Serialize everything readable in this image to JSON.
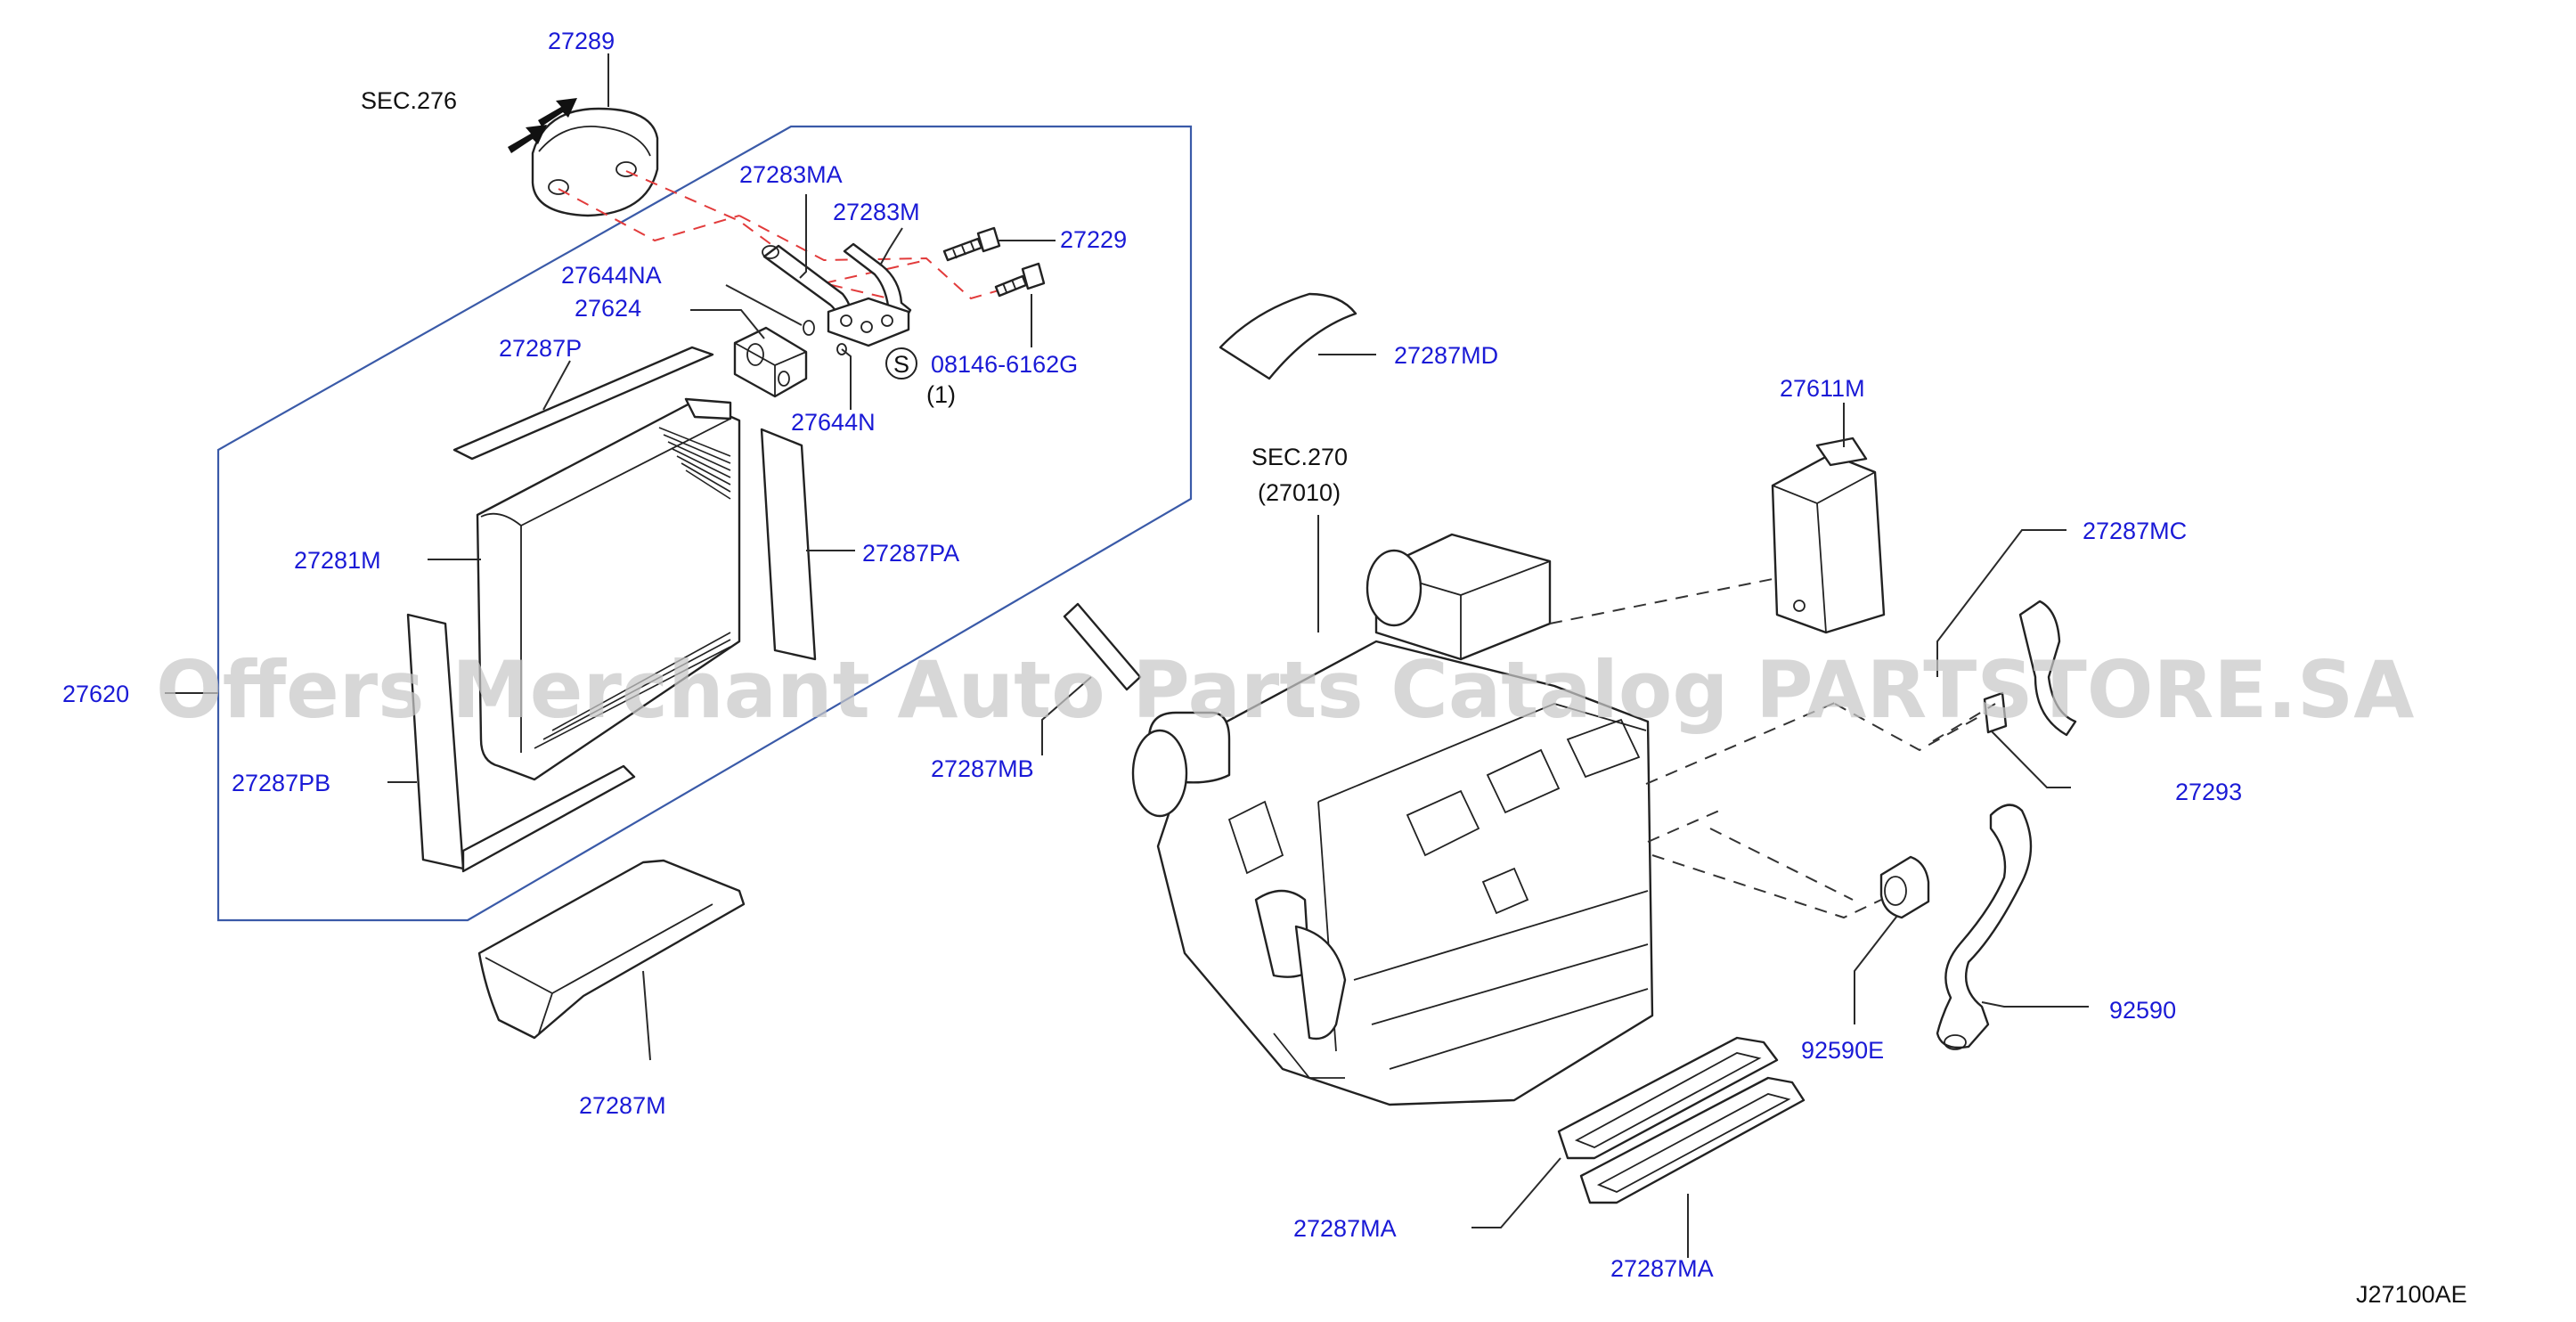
{
  "watermark": "Offers Merchant Auto Parts Catalog PARTSTORE.SA",
  "diagram_id": "J27100AE",
  "section_refs": {
    "sec276": "SEC.276",
    "sec270": "SEC.270",
    "sec270_part": "(27010)"
  },
  "parts": {
    "p27289": "27289",
    "p27283MA": "27283MA",
    "p27283M": "27283M",
    "p27229": "27229",
    "p27644NA": "27644NA",
    "p27624": "27624",
    "p08146": "08146-6162G",
    "p08146_qty": "(1)",
    "s_symbol": "S",
    "p27644N": "27644N",
    "p27287P": "27287P",
    "p27281M": "27281M",
    "p27287PA": "27287PA",
    "p27620": "27620",
    "p27287PB": "27287PB",
    "p27287M": "27287M",
    "p27287MD": "27287MD",
    "p27287MB": "27287MB",
    "p27611M": "27611M",
    "p27287MC": "27287MC",
    "p27293": "27293",
    "p92590E": "92590E",
    "p92590": "92590",
    "p27287MA_1": "27287MA",
    "p27287MA_2": "27287MA"
  }
}
